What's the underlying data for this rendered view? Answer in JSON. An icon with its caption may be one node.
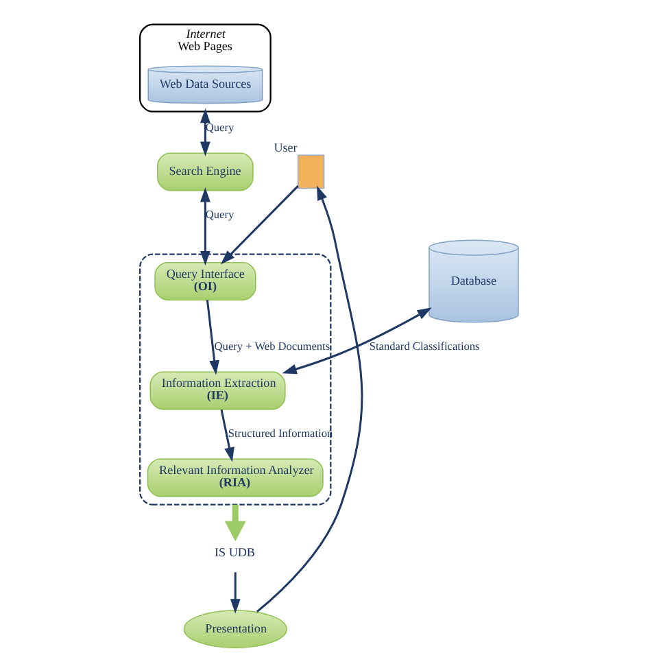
{
  "diagram": {
    "nodes": [
      {
        "text": [
          "Web Pages"
        ],
        "beside": [
          "Internet"
        ]
      },
      {
        "text": [
          "Web Data Sources"
        ],
        "in": 0
      },
      {
        "text": [
          "Search Engine"
        ]
      },
      {
        "text": [],
        "shape": "person",
        "beside": [
          "User"
        ]
      },
      {
        "text": [],
        "shape": "box"
      },
      {
        "text": [
          "Query Interface",
          "(OI)"
        ],
        "in": 4
      },
      {
        "text": [
          "Information Extraction",
          "(IE)"
        ],
        "in": 4
      },
      {
        "text": [
          "Relevant Information Analyzer",
          "(RIA)"
        ],
        "in": 4
      },
      {
        "text": [
          "Database"
        ]
      },
      {
        "text": [
          "Presentation"
        ]
      },
      {
        "text": [
          "IS UDB"
        ]
      }
    ],
    "edges": [
      {
        "from": 0,
        "to": 2,
        "arrow": "both",
        "label": "Query"
      },
      {
        "from": 2,
        "to": 5,
        "arrow": "both",
        "label": "Query"
      },
      {
        "from": 3,
        "to": 5,
        "arrow": "to"
      },
      {
        "from": 5,
        "to": 6,
        "arrow": "to",
        "label": "Query + Web Documents"
      },
      {
        "from": 8,
        "to": 6,
        "arrow": "both",
        "label": "Standard Classifications"
      },
      {
        "from": 6,
        "to": 7,
        "arrow": "to",
        "label": "Structured Information"
      },
      {
        "from": 4,
        "to": 10,
        "arrow": "to",
        "style": "thick",
        "color": "#9ccc65"
      },
      {
        "from": 10,
        "to": 9,
        "arrow": "to"
      },
      {
        "from": 9,
        "to": 3,
        "arrow": "to"
      }
    ]
  }
}
